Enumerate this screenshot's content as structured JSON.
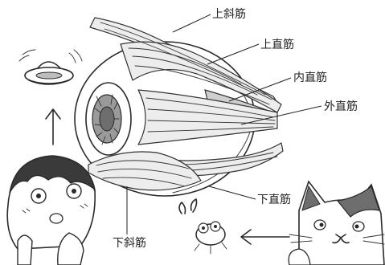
{
  "labels": {
    "superior_oblique": "上斜筋",
    "superior_rectus": "上直筋",
    "medial_rectus": "内直筋",
    "lateral_rectus": "外直筋",
    "inferior_rectus": "下直筋",
    "inferior_oblique": "下斜筋"
  },
  "icons": {
    "ufo": "ufo-icon",
    "fly": "fly-icon",
    "boy": "boy-icon",
    "cat": "cat-icon",
    "up_arrow": "arrow-up-icon",
    "left_arrow": "arrow-left-icon"
  },
  "colors": {
    "ink": "#2a2a2a",
    "muscle_fill": "#ededed",
    "muscle_shade": "#cfcfcf",
    "background": "#ffffff"
  }
}
